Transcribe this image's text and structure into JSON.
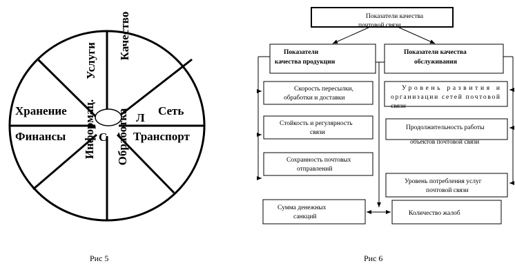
{
  "figure5": {
    "caption": "Рис 5",
    "labels": {
      "top_left": "Услуги",
      "top_right": "Качество",
      "left_upper": "Хранение",
      "right_upper": "Сеть",
      "left_lower": "Финансы",
      "right_lower": "Транспорт",
      "center_left": "Информац.",
      "center_right": "Обработка",
      "center_c": "С",
      "center_l": "Л"
    }
  },
  "figure6": {
    "caption": "Рис 6",
    "title_line1": "Показатели качества",
    "title_line2": "почтовой связи",
    "product_line1": "Показатели",
    "product_line2": "качества продукции",
    "service_line1": "Показатели качества",
    "service_line2": "обслуживания",
    "left_items": [
      [
        "Скорость пересылки,",
        "обработки и доставки"
      ],
      [
        "Стойкость и регулярность",
        "связи"
      ],
      [
        "Сохранность почтовых",
        "отправлений"
      ]
    ],
    "right_items": [
      [
        "Уровень развития и",
        "организации сетей почтовой",
        "связи"
      ],
      [
        "Продолжительность работы",
        "объектов почтовой связи"
      ],
      [
        "Уровень потребления услуг",
        "почтовой связи"
      ]
    ],
    "bottom_left": [
      "Сумма денежных",
      "санкций"
    ],
    "bottom_right": "Количество жалоб"
  }
}
